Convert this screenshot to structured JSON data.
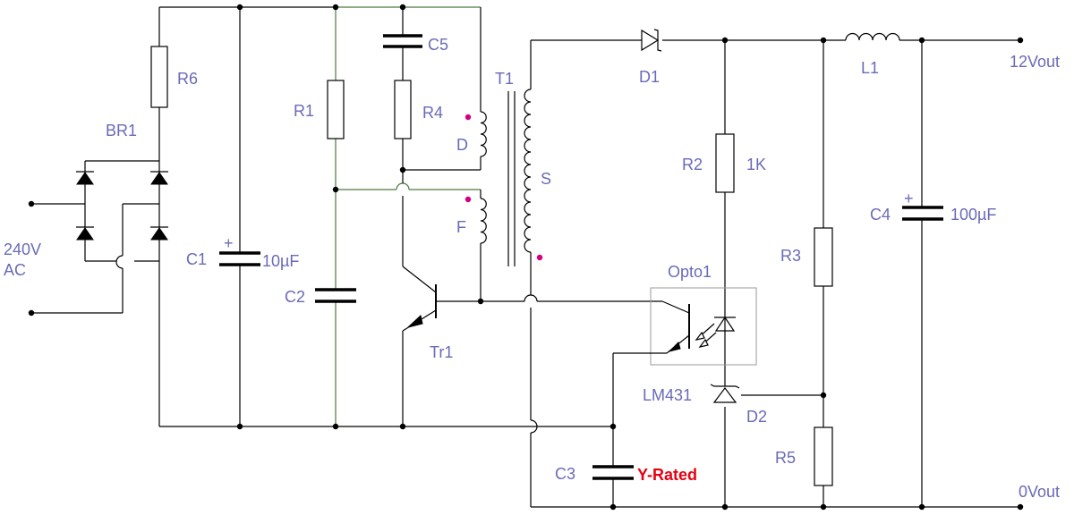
{
  "labels": {
    "r6": "R6",
    "br1": "BR1",
    "ac_in_1": "240V",
    "ac_in_2": "AC",
    "c1": "C1",
    "c1_value": "10µF",
    "r1": "R1",
    "c2": "C2",
    "c5": "C5",
    "r4": "R4",
    "t1": "T1",
    "winding_d": "D",
    "winding_f": "F",
    "winding_s": "S",
    "tr1": "Tr1",
    "d1": "D1",
    "r2": "R2",
    "r2_value": "1K",
    "l1": "L1",
    "out_pos": "12Vout",
    "out_neg": "0Vout",
    "c4": "C4",
    "c4_value": "100µF",
    "r3": "R3",
    "opto1": "Opto1",
    "lm431": "LM431",
    "d2": "D2",
    "r5": "R5",
    "c3": "C3",
    "c3_note": "Y-Rated",
    "plus": "+"
  },
  "colors": {
    "label": "#6a6ab8",
    "wire": "#000000",
    "wire_green": "#4c7a3c",
    "dot_marker": "#d4007f",
    "y_rated": "#e8000f"
  }
}
